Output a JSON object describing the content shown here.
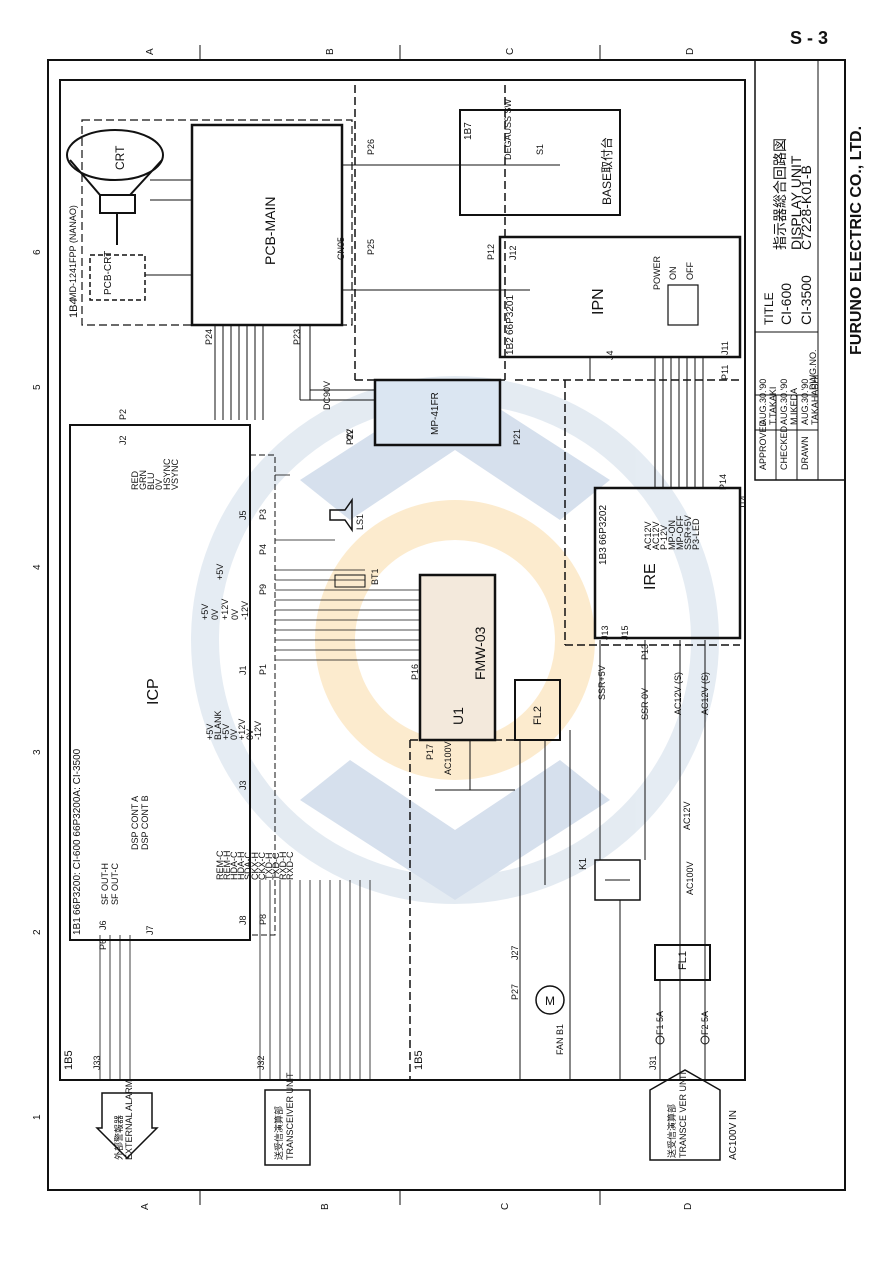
{
  "sheet": {
    "page_number": "S - 3",
    "grid_top": [
      "A",
      "B",
      "C",
      "D"
    ],
    "grid_bottom": [
      "A",
      "B",
      "C",
      "D"
    ],
    "grid_side": [
      "1",
      "2",
      "3",
      "4",
      "5",
      "6"
    ]
  },
  "title_block": {
    "company": "FURUNO ELECTRIC CO., LTD.",
    "title_label": "TITLE",
    "title_jp": "指示器総合回路図",
    "title_en": "DISPLAY UNIT",
    "model_1": "CI-600",
    "model_2": "CI-3500",
    "dwg_no": "C7228-K01-B",
    "dwg_no_label": "DWG.NO.",
    "approved_label": "APPROVED",
    "approved_date": "AUG.30.'90",
    "approved_by": "T.TAKAKI",
    "checked_label": "CHECKED",
    "checked_date": "AUG.30.'90",
    "checked_by": "M.IKEDA",
    "drawn_label": "DRAWN",
    "drawn_date": "AUG.30.'90",
    "drawn_by": "TAKAHASHI"
  },
  "blocks": {
    "crt": "CRT",
    "pcb_crt": "PCB-CRT",
    "pcb_main": "PCB-MAIN",
    "monitor": "MD-1241FPP (NANAO)",
    "tag_1b4": "1B4",
    "tag_1b7": "1B7",
    "degauss": "DEGAUSS SW",
    "s1": "S1",
    "base": "BASE取付台",
    "ipn": "IPN",
    "tag_1b2": "1B2",
    "ipn_part": "66P3201",
    "power": "POWER",
    "on": "ON",
    "off": "OFF",
    "mp41": "MP-41FR",
    "icp": "ICP",
    "tag_1b1": "1B1",
    "icp_part": "66P3200: CI-600   66P3200A: CI-3500",
    "fmw": "FMW-03",
    "u1": "U1",
    "ire": "IRE",
    "tag_1b3": "1B3",
    "ire_part": "66P3202",
    "fl2": "FL2",
    "fl1": "FL1",
    "k1": "K1",
    "fan": "FAN B1",
    "tag_1b5_a": "1B5",
    "tag_1b5_b": "1B5",
    "ls1": "LS1",
    "bt1": "BT1"
  },
  "signals": {
    "p2_list": [
      "RED",
      "GRN",
      "BLU",
      "0V",
      "HSYNC",
      "VSYNC"
    ],
    "video_0v": "0V",
    "dc90v": "DC90V",
    "ire_list": [
      "AC12V",
      "AC12V",
      "P-12V",
      "MP-ON",
      "MP-OFF",
      "SSR+5V",
      "P3-LED"
    ],
    "ssr5v": "SSR+5V",
    "ssr0v": "SSR 0V",
    "ac12v_1": "AC12V (S)",
    "ac12v_2": "AC12V (S)",
    "ac100v": "AC100V",
    "ac12v": "AC12V",
    "ac100v_in": "AC100V IN",
    "j3_list": [
      "+5V",
      "BLANK",
      "+5V",
      "0V",
      "+12V",
      "0V",
      "-12V"
    ],
    "j8_list": [
      "DSP CONT A",
      "DSP CONT B",
      "SF OUT-H",
      "SF OUT-C"
    ],
    "rx_list": [
      "REM-C",
      "REM-H",
      "HDA-C",
      "HDA-H",
      "SDA-C",
      "CKX-H",
      "CKX-C",
      "TXD-H",
      "TXD-C",
      "RXD-H",
      "RXD-C"
    ],
    "p4_list": [
      "+5V",
      "0V",
      "+12V",
      "0V",
      "-12V"
    ],
    "p5": "+5V",
    "f1": "F1 5A",
    "f2": "F2 5A"
  },
  "externals": {
    "alarm_jp": "外部警報器",
    "alarm_en": "EXTERNAL ALARM",
    "transceiver_jp": "送受信演算部",
    "transceiver_en": "TRANSCEIVER UNIT",
    "transceiver2_jp": "送受信演算部",
    "transceiver2_en": "TRANSCE VER UNIT"
  },
  "connectors": {
    "p24": "P24",
    "p23": "P23",
    "p26": "P26",
    "p25": "P25",
    "cn05": "CN05",
    "p12": "P12",
    "j12": "J12",
    "j4": "J4",
    "j11": "J11",
    "p11": "P11",
    "p22": "P22",
    "p21": "P21",
    "j2": "J2",
    "p2": "P2",
    "p3": "P3",
    "j5": "J5",
    "p4": "P4",
    "p9": "P9",
    "p1": "P1",
    "j1": "J1",
    "p16": "P16",
    "p17": "P17",
    "j3": "J3",
    "j8": "J8",
    "p8": "P8",
    "j6": "J6",
    "p6": "P6",
    "j7": "J7",
    "j33": "J33",
    "j32": "J32",
    "j31": "J31",
    "j27": "J27",
    "p27": "P27",
    "p14": "P14",
    "j14": "J14",
    "j13": "J13",
    "p13": "P13",
    "j15": "J15"
  }
}
